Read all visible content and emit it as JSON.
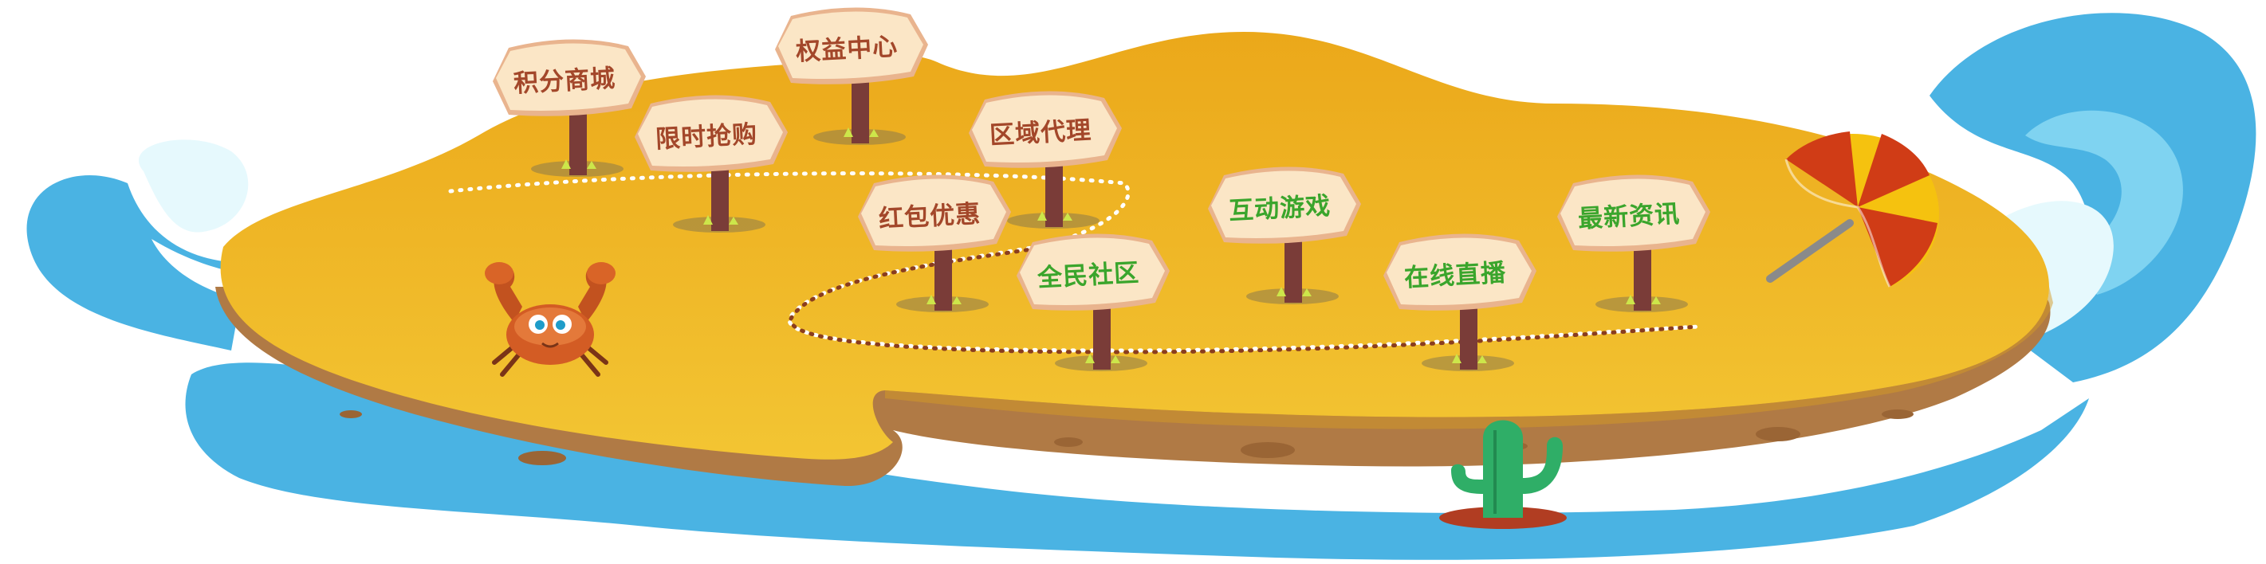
{
  "signs": {
    "jifen": "积分商城",
    "xianshi": "限时抢购",
    "quanyi": "权益中心",
    "quyu": "区域代理",
    "hongbao": "红包优惠",
    "quanmin": "全民社区",
    "hudong": "互动游戏",
    "zaixian": "在线直播",
    "zuixin": "最新资讯"
  },
  "colors": {
    "sand": "#f0bc2c",
    "sand_dark": "#e8a81e",
    "soil": "#b07a45",
    "water": "#4ab3e3",
    "wave_light": "#e6f9fd",
    "board": "#fbe6c6",
    "board_edge": "#e9b48e",
    "post": "#7a3c38",
    "label_brown": "#a3472a",
    "label_green": "#3aa52c"
  },
  "icons": [
    "crab-icon",
    "beach-umbrella-icon",
    "cactus-icon",
    "wave-icon",
    "grass-tuft-icon"
  ]
}
